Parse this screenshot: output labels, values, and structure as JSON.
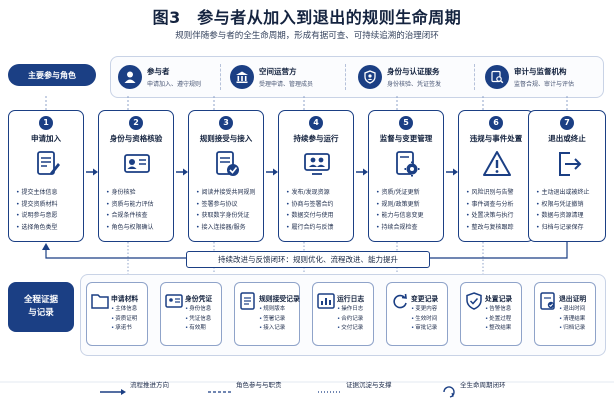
{
  "title": "图3　参与者从加入到退出的规则生命周期",
  "subtitle": "规则伴随参与者的全生命周期，形成有据可查、可持续追溯的治理闭环",
  "roles_label": "主要参与角色",
  "roles": [
    {
      "name": "参与者",
      "desc": "申请加入、遵守规则",
      "icon": "person-icon"
    },
    {
      "name": "空间运营方",
      "desc": "受理申请、管理成员",
      "icon": "building-icon"
    },
    {
      "name": "身份与认证服务",
      "desc": "身份核验、凭证签发",
      "icon": "shield-person-icon"
    },
    {
      "name": "审计与监督机构",
      "desc": "监督合规、审计与评估",
      "icon": "audit-search-icon"
    }
  ],
  "stages": [
    {
      "num": "1",
      "name": "申请加入",
      "icon": "application-form-icon",
      "bullets": [
        "提交主体信息",
        "提交资质材料",
        "说明参与意愿",
        "选择角色类型"
      ]
    },
    {
      "num": "2",
      "name": "身份与资格核验",
      "icon": "id-verify-icon",
      "bullets": [
        "身份核验",
        "资质与能力评估",
        "合规条件核查",
        "角色与权限确认"
      ]
    },
    {
      "num": "3",
      "name": "规则接受与接入",
      "icon": "rule-accept-icon",
      "bullets": [
        "阅读并接受共同规则",
        "签署参与协议",
        "获取数字身份凭证",
        "接入连接器/服务"
      ]
    },
    {
      "num": "4",
      "name": "持续参与运行",
      "icon": "participation-icon",
      "bullets": [
        "发布/发现资源",
        "协商与签署合约",
        "数据交付与使用",
        "履行合约与反馈"
      ]
    },
    {
      "num": "5",
      "name": "监督与变更管理",
      "icon": "gear-doc-icon",
      "bullets": [
        "资质/凭证更新",
        "规则/政策更新",
        "能力与信息变更",
        "持续合规检查"
      ]
    },
    {
      "num": "6",
      "name": "违规与事件处置",
      "icon": "warning-icon",
      "bullets": [
        "风险识别与告警",
        "事件调查与分析",
        "处置决策与执行",
        "整改与复核跟踪"
      ]
    },
    {
      "num": "7",
      "name": "退出或终止",
      "icon": "exit-icon",
      "bullets": [
        "主动退出或被终止",
        "权限与凭证撤销",
        "数据与资源清理",
        "归档与记录保存"
      ]
    }
  ],
  "feedback": "持续改进与反馈闭环：规则优化、流程改进、能力提升",
  "evidence_label": [
    "全程证据",
    "与记录"
  ],
  "evidence": [
    {
      "name": "申请材料",
      "icon": "folder-icon",
      "bullets": [
        "主体信息",
        "资质证明",
        "承诺书"
      ]
    },
    {
      "name": "身份凭证",
      "icon": "id-card-icon",
      "bullets": [
        "身份信息",
        "凭证信息",
        "有效期"
      ]
    },
    {
      "name": "规则接受记录",
      "icon": "record-doc-icon",
      "bullets": [
        "规则版本",
        "签署记录",
        "接入记录"
      ]
    },
    {
      "name": "运行日志",
      "icon": "chart-log-icon",
      "bullets": [
        "操作日志",
        "合约记录",
        "交付记录"
      ]
    },
    {
      "name": "变更记录",
      "icon": "refresh-icon",
      "bullets": [
        "变更内容",
        "生效时间",
        "审批记录"
      ]
    },
    {
      "name": "处置记录",
      "icon": "shield-check-icon",
      "bullets": [
        "告警信息",
        "处置过程",
        "整改结果"
      ]
    },
    {
      "name": "退出证明",
      "icon": "exit-doc-icon",
      "bullets": [
        "退出时间",
        "清理结果",
        "归档记录"
      ]
    }
  ],
  "legend": [
    {
      "label": "流程推进方向",
      "style": "solid-arrow"
    },
    {
      "label": "角色参与与职责",
      "style": "dashed"
    },
    {
      "label": "证据沉淀与支撑",
      "style": "dotted"
    },
    {
      "label": "全生命周期闭环",
      "style": "loop"
    }
  ],
  "colors": {
    "primary": "#1b3f84",
    "border_light": "#c9d3e6",
    "text": "#14233f"
  }
}
